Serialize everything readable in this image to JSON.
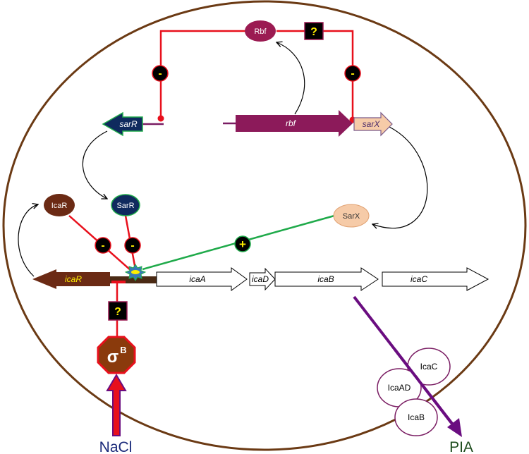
{
  "proteins": {
    "rbf": "Rbf",
    "icar": "IcaR",
    "sarr": "SarR",
    "sarx": "SarX",
    "sigma_symbol": "σ",
    "sigma_superscript": "B",
    "icac": "IcaC",
    "icaad": "IcaAD",
    "icab": "IcaB"
  },
  "genes": {
    "sarR": "sarR",
    "rbf": "rbf",
    "sarX": "sarX",
    "icaR": "icaR",
    "icaA": "icaA",
    "icaD": "icaD",
    "icaB": "icaB",
    "icaC": "icaC"
  },
  "signs": {
    "minus": "-",
    "plus": "+",
    "unknown": "?"
  },
  "labels": {
    "nacl": "NaCl",
    "pia": "PIA"
  },
  "colors": {
    "cell_border": "#6b3a14",
    "repression": "#e8101c",
    "activation": "#1faa4a",
    "rbf_protein": "#9b1b52",
    "rbf_gene": "#8c1a5a",
    "sarr": "#0f2a5e",
    "sarx": "#f6cba8",
    "icar": "#6b2a14",
    "sign_badge": "#000000",
    "sign_text": "#ffee00",
    "promoter_line": "#7a1d63",
    "pia_arrow": "#6a0d80",
    "nacl_text": "#1a2a7a",
    "pia_text": "#1e4d1e"
  }
}
